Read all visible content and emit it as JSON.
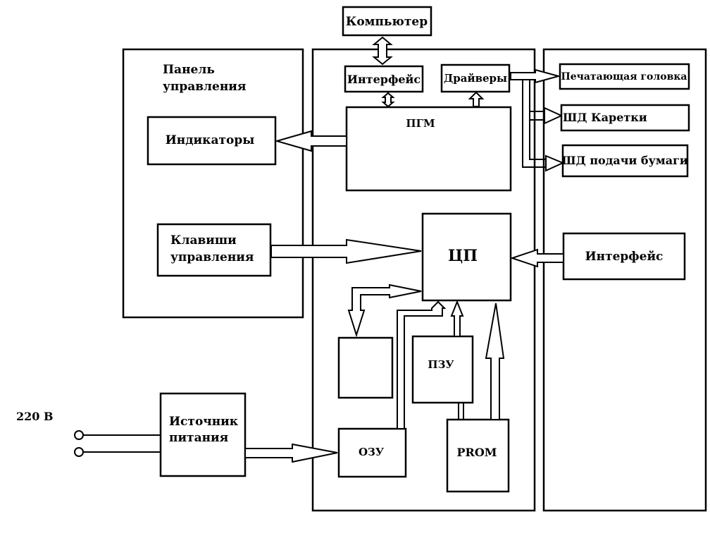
{
  "supply_voltage": "220 В",
  "blocks": {
    "computer": "Компьютер",
    "panel_title_1": "Панель",
    "panel_title_2": "управления",
    "indicators": "Индикаторы",
    "keys_1": "Клавиши",
    "keys_2": "управления",
    "interface_top": "Интерфейс",
    "drivers": "Драйверы",
    "pgm": "ПГМ",
    "cpu": "ЦП",
    "print_head": "Печатающая головка",
    "carriage_motor": "ШД Каретки",
    "paper_motor": "ШД подачи бумаги",
    "interface_right": "Интерфейс",
    "rom": "ПЗУ",
    "ram": "ОЗУ",
    "prom": "PROM",
    "power_1": "Источник",
    "power_2": "питания"
  }
}
